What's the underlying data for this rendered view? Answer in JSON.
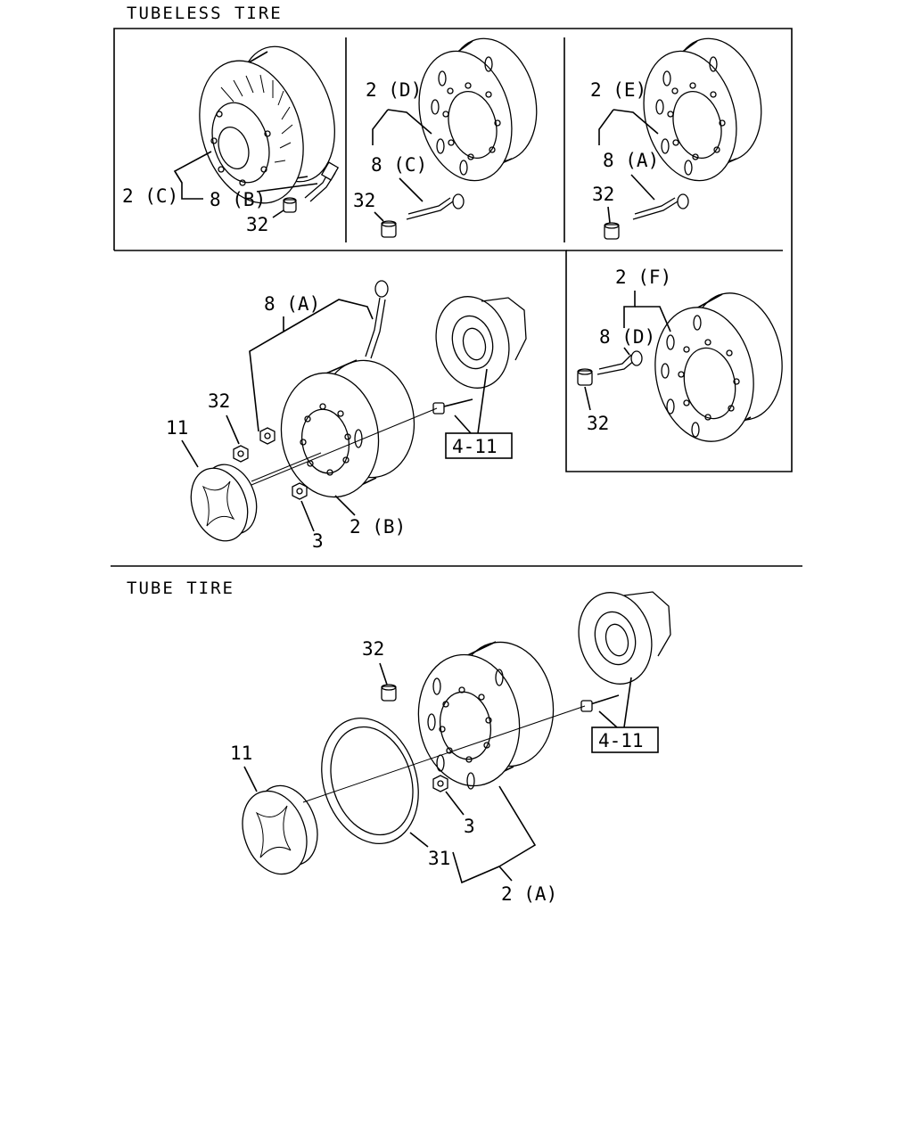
{
  "sections": {
    "tubeless": "TUBELESS TIRE",
    "tube": "TUBE TIRE"
  },
  "callouts": {
    "c_2C": "2 (C)",
    "c_8B": "8 (B)",
    "c_32a": "32",
    "c_2D": "2 (D)",
    "c_8C": "8 (C)",
    "c_32b": "32",
    "c_2E": "2 (E)",
    "c_8A_right": "8 (A)",
    "c_32c": "32",
    "c_8A_main": "8 (A)",
    "c_32_main": "32",
    "c_11_main": "11",
    "c_3_main": "3",
    "c_2B": "2 (B)",
    "c_ref_main": "4-11",
    "c_2F": "2 (F)",
    "c_8D": "8 (D)",
    "c_32d": "32",
    "c_32_tube": "32",
    "c_11_tube": "11",
    "c_31": "31",
    "c_3_tube": "3",
    "c_2A": "2 (A)",
    "c_ref_tube": "4-11"
  }
}
